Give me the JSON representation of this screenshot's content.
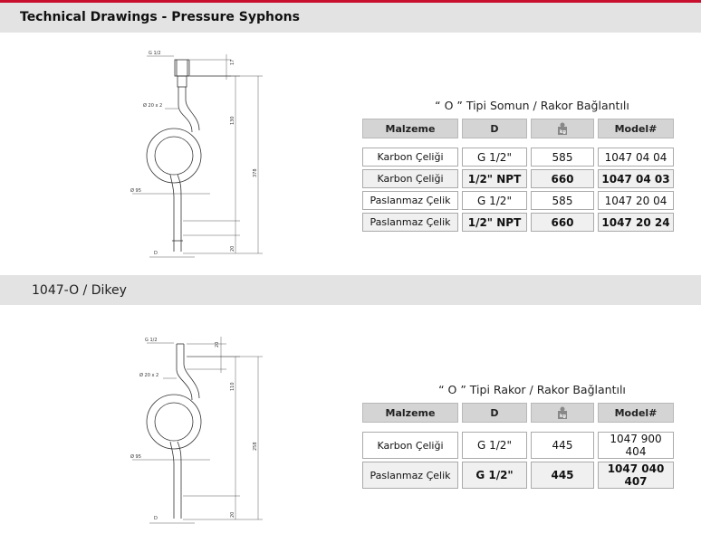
{
  "header": {
    "title": "Technical Drawings - Pressure Syphons"
  },
  "section": {
    "title": "1047-O / Dikey"
  },
  "drawing1": {
    "thread_label": "G 1/2",
    "pipe_label": "Ø 20 x 2",
    "coil_label": "Ø 95",
    "d_label": "D",
    "dims": [
      "17",
      "130",
      "378",
      "20"
    ]
  },
  "drawing2": {
    "thread_label": "G 1/2",
    "pipe_label": "Ø 20 x 2",
    "coil_label": "Ø 95",
    "d_label": "D",
    "dims": [
      "20",
      "110",
      "258",
      "20"
    ]
  },
  "table1": {
    "caption": "“ O ”  Tipi Somun / Rakor Bağlantılı",
    "headers": {
      "material": "Malzeme",
      "d": "D",
      "weight_icon": "weight-icon",
      "model": "Model#"
    },
    "rows": [
      {
        "material": "Karbon Çeliği",
        "d": "G 1/2\"",
        "weight": "585",
        "model": "1047 04 04"
      },
      {
        "material": "Karbon Çeliği",
        "d": "1/2\" NPT",
        "weight": "660",
        "model": "1047 04 03"
      },
      {
        "material": "Paslanmaz Çelik",
        "d": "G 1/2\"",
        "weight": "585",
        "model": "1047 20 04"
      },
      {
        "material": "Paslanmaz Çelik",
        "d": "1/2\" NPT",
        "weight": "660",
        "model": "1047 20 24"
      }
    ]
  },
  "table2": {
    "caption": "“ O ”  Tipi Rakor / Rakor Bağlantılı",
    "headers": {
      "material": "Malzeme",
      "d": "D",
      "weight_icon": "weight-icon",
      "model": "Model#"
    },
    "rows": [
      {
        "material": "Karbon Çeliği",
        "d": "G 1/2\"",
        "weight": "445",
        "model": "1047 900 404"
      },
      {
        "material": "Paslanmaz Çelik",
        "d": "G 1/2\"",
        "weight": "445",
        "model": "1047 040 407"
      }
    ]
  },
  "colors": {
    "accent": "#c8102e",
    "band": "#e3e3e3",
    "header_cell": "#d4d4d4"
  }
}
